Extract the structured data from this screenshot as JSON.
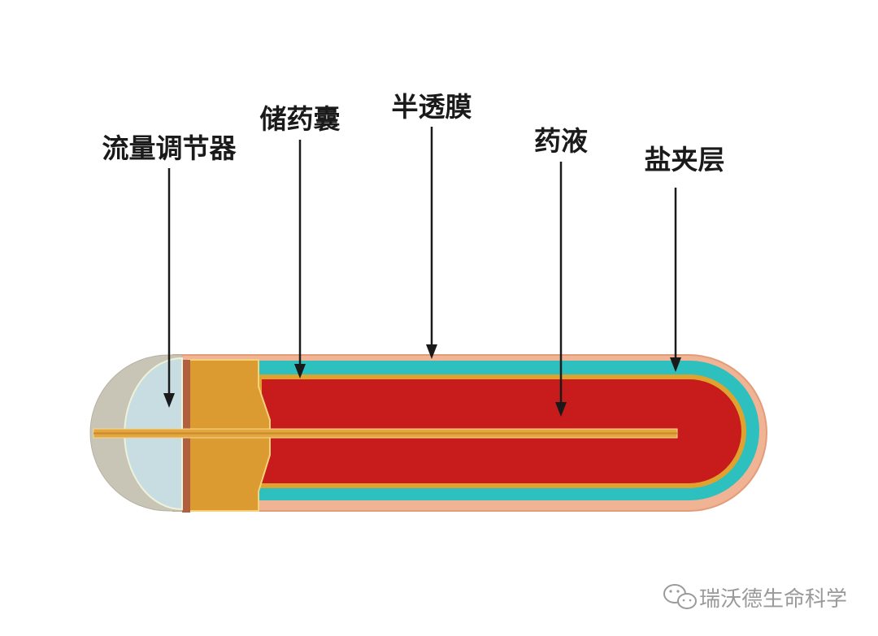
{
  "labels": {
    "flow_regulator": "流量调节器",
    "drug_reservoir": "储药囊",
    "semipermeable_membrane": "半透膜",
    "drug_solution": "药液",
    "salt_layer": "盐夹层"
  },
  "watermark": {
    "text": "瑞沃德生命科学",
    "icon": "wechat-icon"
  },
  "colors": {
    "outer_shell": "#f0b494",
    "salt_layer": "#2ebfbf",
    "reservoir_wall": "#e0a22e",
    "drug_solution": "#c81c1c",
    "flow_cap": "#c9c5b6",
    "flow_lens": "#c7dde2",
    "copper_band": "#b0603e",
    "arrow": "#1a1a1a"
  }
}
